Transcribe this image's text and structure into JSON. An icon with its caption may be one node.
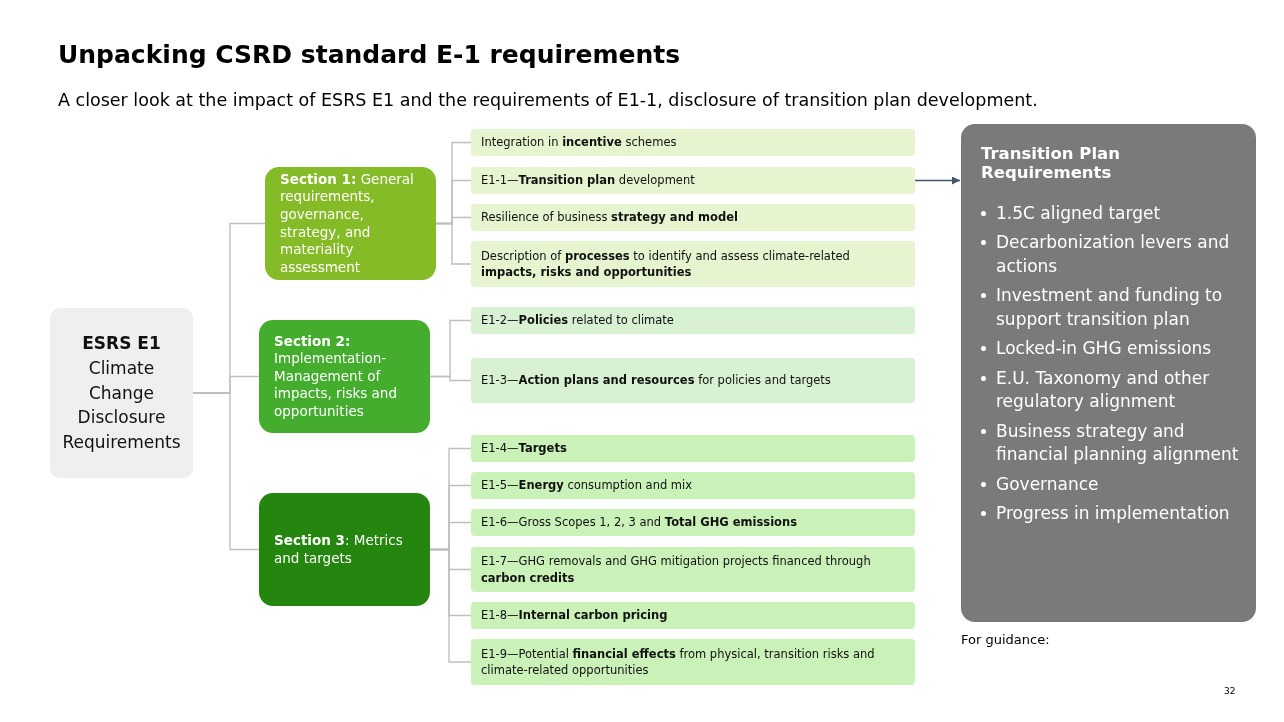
{
  "diagram": {
    "title": "Unpacking CSRD standard E-1 requirements",
    "nodes": [
      {
        "text": [
          "**ESRS E1** Climate Change Disclosure Requirements"
        ]
      },
      {
        "text": [
          "**Section 1:** General requirements, governance, strategy, and materiality assessment"
        ]
      },
      {
        "text": [
          "**Section 2:** Implementation-Management of impacts, risks and opportunities"
        ]
      },
      {
        "text": [
          "**Section 3**: Metrics and targets"
        ]
      },
      {
        "text": [
          "Integration in **incentive** schemes"
        ]
      },
      {
        "text": [
          "E1-1—**Transition plan** development"
        ]
      },
      {
        "text": [
          "Resilience of business **strategy and model**"
        ]
      },
      {
        "text": [
          "Description of **processes** to identify and assess climate-related **impacts, risks and opportunities**"
        ]
      },
      {
        "text": [
          "E1-2—**Policies** related to climate"
        ]
      },
      {
        "text": [
          "E1-3—**Action plans and resources** for policies and targets"
        ]
      },
      {
        "text": [
          "E1-4—**Targets**"
        ]
      },
      {
        "text": [
          "E1-5—**Energy** consumption and mix"
        ]
      },
      {
        "text": [
          "E1-6—Gross Scopes 1, 2, 3 and **Total GHG emissions**"
        ]
      },
      {
        "text": [
          "E1-7—GHG removals and GHG mitigation projects financed through **carbon credits**"
        ]
      },
      {
        "text": [
          "E1-8—**Internal carbon pricing**"
        ]
      },
      {
        "text": [
          "E1-9—Potential **financial effects** from physical, transition risks and climate-related opportunities"
        ]
      },
      {
        "text": [
          "Transition Plan Requirements",
          "1.5C aligned target",
          "Decarbonization levers and actions",
          "Investment and funding to support transition plan",
          "Locked-in GHG emissions",
          "E.U. Taxonomy and other regulatory alignment",
          "Business strategy and financial planning alignment",
          "Governance",
          "Progress in implementation"
        ]
      }
    ],
    "edges": [
      {
        "from": 0,
        "to": 1,
        "arrow": "none"
      },
      {
        "from": 0,
        "to": 2,
        "arrow": "none"
      },
      {
        "from": 0,
        "to": 3,
        "arrow": "none"
      },
      {
        "from": 1,
        "to": 4,
        "arrow": "none"
      },
      {
        "from": 1,
        "to": 5,
        "arrow": "none"
      },
      {
        "from": 1,
        "to": 6,
        "arrow": "none"
      },
      {
        "from": 1,
        "to": 7,
        "arrow": "none"
      },
      {
        "from": 2,
        "to": 8,
        "arrow": "none"
      },
      {
        "from": 2,
        "to": 9,
        "arrow": "none"
      },
      {
        "from": 3,
        "to": 10,
        "arrow": "none"
      },
      {
        "from": 3,
        "to": 11,
        "arrow": "none"
      },
      {
        "from": 3,
        "to": 12,
        "arrow": "none"
      },
      {
        "from": 3,
        "to": 13,
        "arrow": "none"
      },
      {
        "from": 3,
        "to": 14,
        "arrow": "none"
      },
      {
        "from": 3,
        "to": 15,
        "arrow": "none"
      },
      {
        "from": 5,
        "to": 16,
        "arrow": "to",
        "color": "#44546a"
      }
    ],
    "labels": [
      "A closer look at the impact of ESRS E1 and the requirements of E1-1, disclosure of transition plan development.",
      "For guidance:",
      "32"
    ]
  }
}
